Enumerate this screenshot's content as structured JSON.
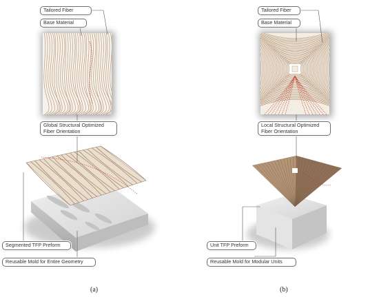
{
  "panels": [
    {
      "id": "a",
      "label": "(a)",
      "callouts": {
        "tailored_fiber": "Tailored Fiber",
        "base_material": "Base Material",
        "orientation_line1": "Global Structural Optimized",
        "orientation_line2": "Fiber Orientation",
        "preform": "Segmented TFP Preform",
        "mold": "Reusable Mold for Entire Geometry"
      }
    },
    {
      "id": "b",
      "label": "(b)",
      "callouts": {
        "tailored_fiber": "Tailored Fiber",
        "base_material": "Base Material",
        "orientation_line1": "Local Structural Optimized",
        "orientation_line2": "Fiber Orientation",
        "preform": "Unit TFP Preform",
        "mold": "Reusable Mold for Modular Units"
      }
    }
  ],
  "colors": {
    "fiber": "#b89a7d",
    "fiber_dark": "#8d6e55",
    "base_material": "#f7f3ec",
    "optimized_path": "#c0392b",
    "mold": "#dcdcdc",
    "leader": "#555555"
  }
}
